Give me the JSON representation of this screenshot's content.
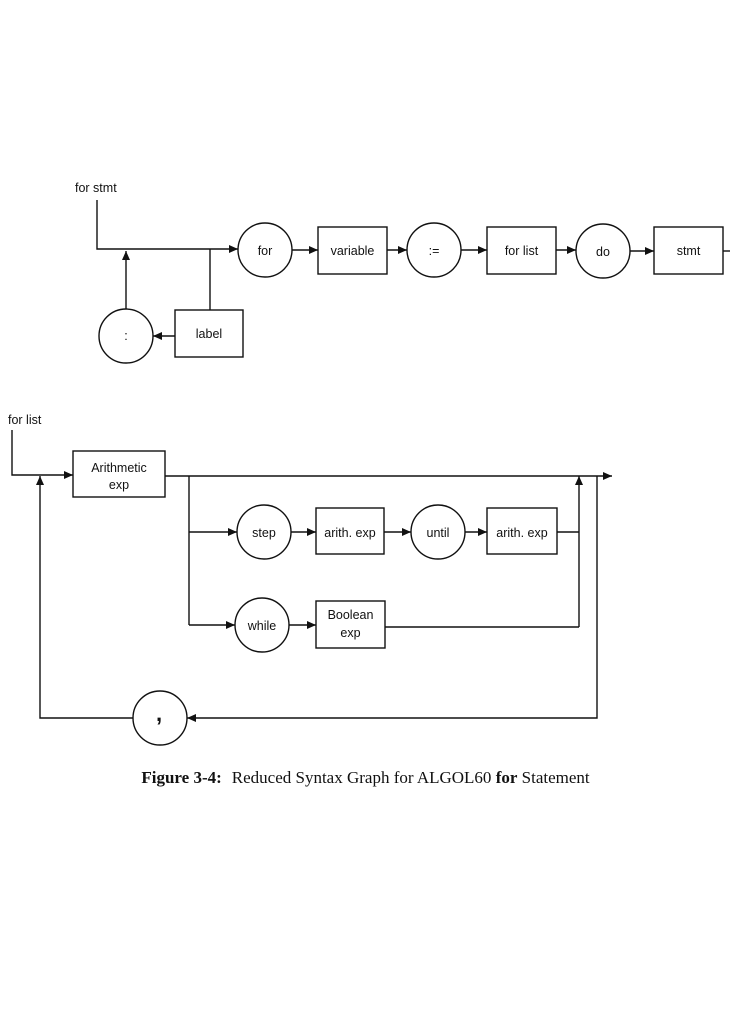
{
  "figure": {
    "top_diagram": {
      "heading": "for stmt",
      "nodes": {
        "for": "for",
        "variable": "variable",
        "assign": ":=",
        "for_list": "for list",
        "do": "do",
        "stmt": "stmt",
        "label": "label",
        "colon": ":"
      }
    },
    "bottom_diagram": {
      "heading": "for list",
      "nodes": {
        "arith_exp_line1": "Arithmetic",
        "arith_exp_line2": "exp",
        "step": "step",
        "arith_exp_a": "arith. exp",
        "until": "until",
        "arith_exp_b": "arith. exp",
        "while": "while",
        "boolean_exp_line1": "Boolean",
        "boolean_exp_line2": "exp",
        "comma": ","
      }
    },
    "caption": {
      "number": "Figure 3-4:",
      "text_before": "Reduced Syntax Graph for ALGOL60 ",
      "keyword": "for",
      "text_after": " Statement"
    }
  }
}
